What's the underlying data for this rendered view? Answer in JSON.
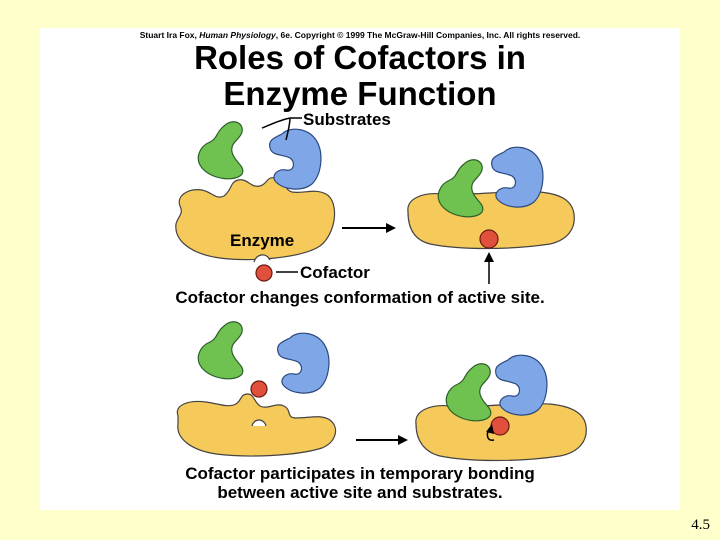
{
  "copyright": {
    "prefix": "Stuart Ira Fox, ",
    "book": "Human Physiology",
    "suffix": ", 6e. Copyright © 1999 The McGraw-Hill Companies, Inc.  All rights reserved."
  },
  "title": {
    "line1": "Roles of Cofactors in",
    "line2": "Enzyme Function"
  },
  "labels": {
    "substrates": "Substrates",
    "enzyme": "Enzyme",
    "cofactor": "Cofactor"
  },
  "captions": {
    "top": "Cofactor changes conformation of active site.",
    "bottom_line1": "Cofactor participates in temporary bonding",
    "bottom_line2": "between active site and substrates."
  },
  "slide_number": "4.5",
  "colors": {
    "background": "#ffffcc",
    "enzyme": "#f5c95a",
    "substrate_green": "#6fc24f",
    "substrate_blue": "#7fa6e6",
    "cofactor": "#e0503c"
  }
}
